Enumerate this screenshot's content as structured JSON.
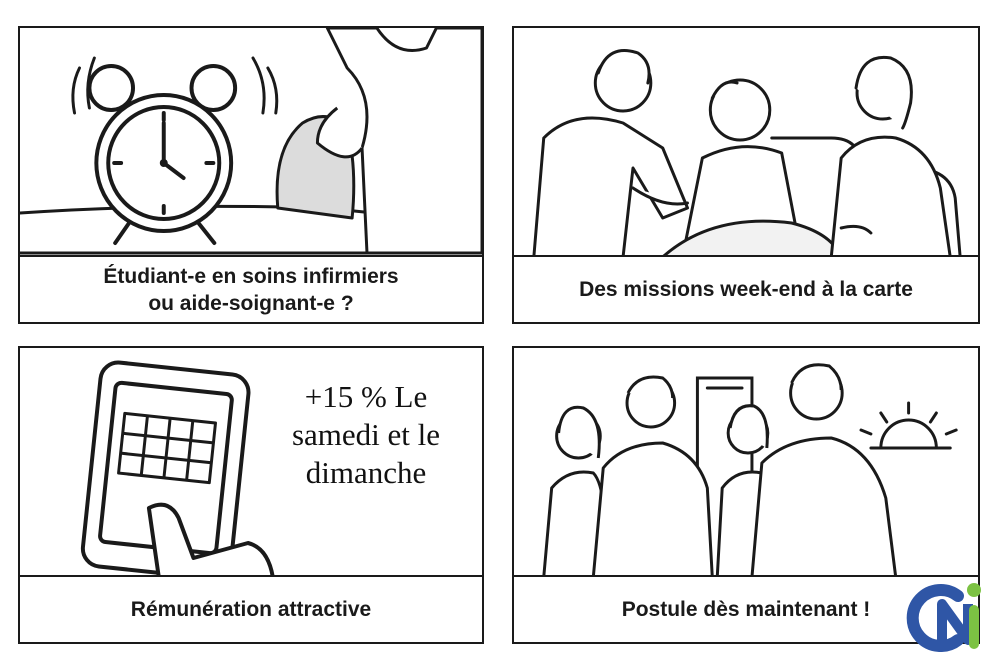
{
  "panels": [
    {
      "caption_lines": [
        "Étudiant-e en soins infirmiers",
        "ou aide-soignant-e ?"
      ]
    },
    {
      "caption_lines": [
        "Des missions week-end à la carte"
      ]
    },
    {
      "caption_lines": [
        "Rémunération attractive"
      ],
      "promo_lines": [
        "+15 %  Le",
        "samedi et le",
        "dimanche"
      ]
    },
    {
      "caption_lines": [
        "Postule dès maintenant !"
      ]
    }
  ],
  "logo": {
    "colors": {
      "blue": "#2f56a6",
      "green": "#7cc243"
    }
  },
  "icons": [
    "alarm-clock-icon",
    "smartphone-calendar-icon",
    "sun-icon"
  ]
}
